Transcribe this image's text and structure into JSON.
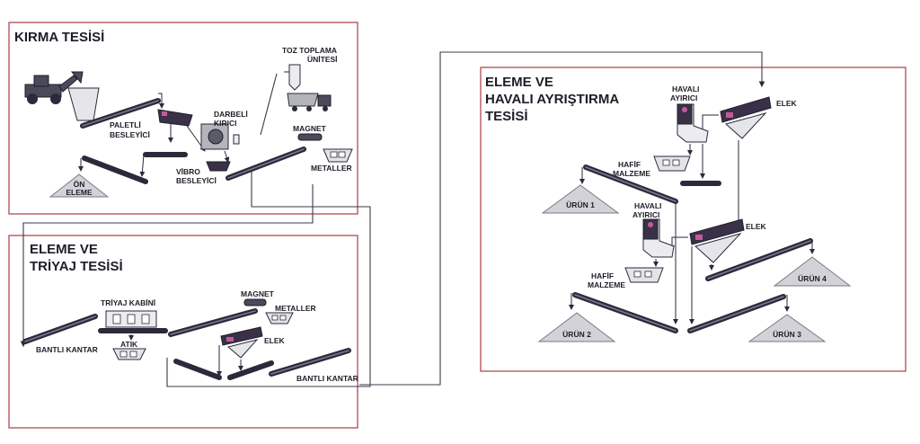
{
  "sections": {
    "crushing": {
      "title": "KIRMA TESİSİ"
    },
    "screening_sorting": {
      "title_line1": "ELEME VE",
      "title_line2": "TRİYAJ TESİSİ"
    },
    "screening_air": {
      "title_line1": "ELEME VE",
      "title_line2": "HAVALI AYRIŞTIRMA",
      "title_line3": "TESİSİ"
    }
  },
  "labels": {
    "dust_line1": "TOZ TOPLAMA",
    "dust_line2": "ÜNİTESİ",
    "paletli_line1": "PALETLİ",
    "paletli_line2": "BESLEYİCİ",
    "darbeli_line1": "DARBELİ",
    "darbeli_line2": "KIRICI",
    "vibro_line1": "VİBRO",
    "vibro_line2": "BESLEYİCİ",
    "magnet_top": "MAGNET",
    "metaller_top": "METALLER",
    "on_eleme_line1": "ÖN",
    "on_eleme_line2": "ELEME",
    "triyaj_kabini": "TRİYAJ KABİNİ",
    "atik": "ATIK",
    "bantli_kantar_left": "BANTLI KANTAR",
    "magnet_mid": "MAGNET",
    "metaller_mid": "METALLER",
    "elek_mid": "ELEK",
    "bantli_kantar_right": "BANTLI KANTAR",
    "havali_1_line1": "HAVALI",
    "havali_1_line2": "AYIRICI",
    "elek_1": "ELEK",
    "hafif_1_line1": "HAFİF",
    "hafif_1_line2": "MALZEME",
    "urun_1": "ÜRÜN 1",
    "havali_2_line1": "HAVALI",
    "havali_2_line2": "AYIRICI",
    "elek_2": "ELEK",
    "hafif_2_line1": "HAFİF",
    "hafif_2_line2": "MALZEME",
    "urun_2": "ÜRÜN 2",
    "urun_3": "ÜRÜN 3",
    "urun_4": "ÜRÜN 4"
  },
  "icons": [
    "loader-icon",
    "hopper-icon",
    "crusher-icon",
    "dust-collector-icon",
    "truck-icon",
    "magnet-icon",
    "screen-icon",
    "air-separator-icon",
    "metal-bin-icon",
    "material-pile-icon",
    "belt-conveyor-icon",
    "sorting-cabin-icon"
  ],
  "colors": {
    "section_border": "#b24a50",
    "screen_accent": "#c25a9a",
    "equipment_dark": "#2a2a3a",
    "pile": "#d2d2d8"
  }
}
